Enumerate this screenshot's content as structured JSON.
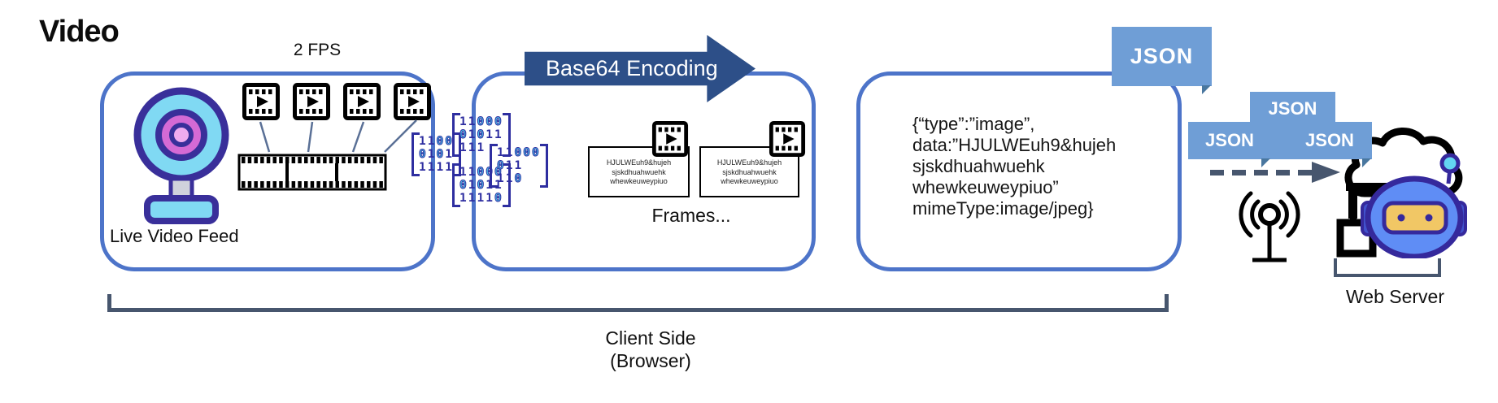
{
  "title": "Video",
  "capture": {
    "fps_label": "2 FPS",
    "live_feed_label": "Live Video Feed"
  },
  "encoding": {
    "arrow_label": "Base64 Encoding",
    "frames_label": "Frames...",
    "card_lines": [
      "HJULWEuh9&hujeh",
      "sjskdhuahwuehk",
      "whewkeuweypiuo"
    ]
  },
  "payload": {
    "lines": [
      "{“type”:”image”,",
      "data:”HJULWEuh9&hujeh",
      "sjskdhuahwuehk",
      "whewkeuweypiuo”",
      "mimeType:image/jpeg}"
    ]
  },
  "binary": {
    "groups": [
      {
        "rows": [
          "1100",
          "0101",
          "1111"
        ]
      },
      {
        "rows": [
          "11000",
          "01011",
          "111"
        ]
      },
      {
        "rows": [
          "11000",
          "01011",
          "11110"
        ]
      },
      {
        "rows": [
          "11000",
          "011",
          "110"
        ]
      }
    ]
  },
  "json_tags": {
    "main": "JSON",
    "back": "JSON",
    "left": "JSON",
    "right": "JSON"
  },
  "server": {
    "label": "Web Server"
  },
  "client_bracket": {
    "line1": "Client Side",
    "line2": "(Browser)"
  },
  "colors": {
    "box_border": "#4d74c9",
    "arrow": "#2d4f88",
    "tag": "#6f9ed6",
    "tag_fold": "#49779f",
    "slate": "#47566e",
    "binary_indigo": "#2e2ea0",
    "binary_cyan": "#4cc8ec"
  }
}
